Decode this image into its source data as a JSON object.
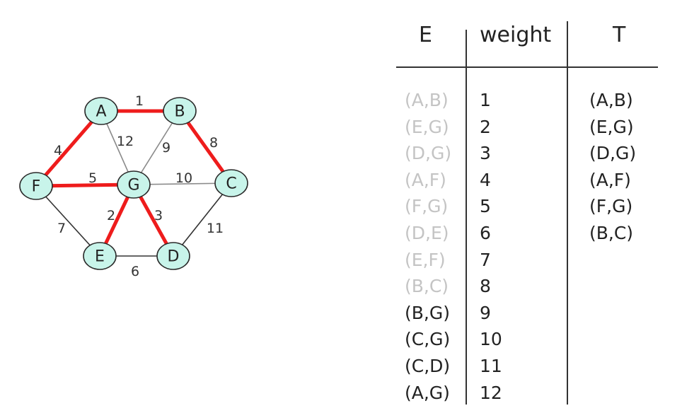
{
  "table": {
    "headers": {
      "edge": "E",
      "weight": "weight",
      "tree": "T"
    },
    "rows": [
      {
        "edge": "(A,B)",
        "weight": "1",
        "processed": true
      },
      {
        "edge": "(E,G)",
        "weight": "2",
        "processed": true
      },
      {
        "edge": "(D,G)",
        "weight": "3",
        "processed": true
      },
      {
        "edge": "(A,F)",
        "weight": "4",
        "processed": true
      },
      {
        "edge": "(F,G)",
        "weight": "5",
        "processed": true
      },
      {
        "edge": "(D,E)",
        "weight": "6",
        "processed": true
      },
      {
        "edge": "(E,F)",
        "weight": "7",
        "processed": true
      },
      {
        "edge": "(B,C)",
        "weight": "8",
        "processed": true
      },
      {
        "edge": "(B,G)",
        "weight": "9",
        "processed": false
      },
      {
        "edge": "(C,G)",
        "weight": "10",
        "processed": false
      },
      {
        "edge": "(C,D)",
        "weight": "11",
        "processed": false
      },
      {
        "edge": "(A,G)",
        "weight": "12",
        "processed": false
      }
    ],
    "tree": [
      "(A,B)",
      "(E,G)",
      "(D,G)",
      "(A,F)",
      "(F,G)",
      "(B,C)"
    ]
  },
  "graph": {
    "nodes": [
      "A",
      "B",
      "C",
      "D",
      "E",
      "F",
      "G"
    ],
    "edges": [
      {
        "from": "A",
        "to": "B",
        "weight": "1",
        "in_tree": true
      },
      {
        "from": "E",
        "to": "G",
        "weight": "2",
        "in_tree": true
      },
      {
        "from": "D",
        "to": "G",
        "weight": "3",
        "in_tree": true
      },
      {
        "from": "A",
        "to": "F",
        "weight": "4",
        "in_tree": true
      },
      {
        "from": "F",
        "to": "G",
        "weight": "5",
        "in_tree": true
      },
      {
        "from": "D",
        "to": "E",
        "weight": "6",
        "in_tree": false
      },
      {
        "from": "E",
        "to": "F",
        "weight": "7",
        "in_tree": false
      },
      {
        "from": "B",
        "to": "C",
        "weight": "8",
        "in_tree": true
      },
      {
        "from": "B",
        "to": "G",
        "weight": "9",
        "in_tree": false
      },
      {
        "from": "C",
        "to": "G",
        "weight": "10",
        "in_tree": false
      },
      {
        "from": "C",
        "to": "D",
        "weight": "11",
        "in_tree": false
      },
      {
        "from": "A",
        "to": "G",
        "weight": "12",
        "in_tree": false
      }
    ]
  },
  "colors": {
    "node_fill": "#c8f4ea",
    "node_stroke": "#2a2a2a",
    "tree_edge": "#ee1c1c",
    "plain_edge_dark": "#333333",
    "plain_edge_light": "#8a8a8a",
    "faded_text": "#c4c4c4",
    "text": "#222222"
  }
}
